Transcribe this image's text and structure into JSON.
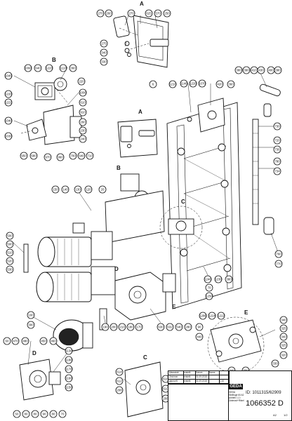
{
  "view_labels": [
    "A",
    "B",
    "A",
    "B",
    "C",
    "D",
    "E",
    "E",
    "D",
    "C"
  ],
  "callouts": [
    "270",
    "260",
    "270",
    "625",
    "570",
    "250",
    "275",
    "340",
    "330",
    "1060",
    "640",
    "1223",
    "1110",
    "360",
    "1045",
    "220",
    "1220",
    "1221",
    "1000",
    "610",
    "910",
    "260",
    "230",
    "240",
    "1040",
    "1030",
    "950",
    "680",
    "970",
    "960",
    "700",
    "640",
    "710",
    "6",
    "1210",
    "1140",
    "1220",
    "1070",
    "420",
    "360",
    "400",
    "380",
    "390",
    "410",
    "430",
    "380",
    "150",
    "140",
    "130",
    "120",
    "20",
    "730",
    "720",
    "736",
    "780",
    "734",
    "500",
    "500",
    "510",
    "520",
    "530",
    "420",
    "760",
    "770",
    "1240",
    "1230",
    "380",
    "70",
    "1250",
    "160",
    "300",
    "190",
    "200",
    "210",
    "180",
    "170",
    "630",
    "632",
    "540",
    "280",
    "1286",
    "1224",
    "1222",
    "90",
    "440",
    "340",
    "325",
    "340",
    "325",
    "300",
    "320",
    "330",
    "340",
    "310",
    "60",
    "470",
    "480",
    "450",
    "460",
    "1130",
    "1180",
    "1170",
    "1160",
    "1150",
    "50",
    "80",
    "80",
    "90",
    "80",
    "70",
    "614",
    "612",
    "208",
    "616",
    "610",
    "208"
  ],
  "title_block": {
    "col1": [
      "Massstab",
      "Zeichner",
      "geprueft"
    ],
    "col2": [
      "erstellt",
      "erstellt",
      "erstellt"
    ],
    "col3": [
      "Datum",
      "01.09.2015",
      "01.09.2015"
    ],
    "col4": [
      "Name",
      "",
      ""
    ],
    "col5": [
      "",
      "",
      "1:10"
    ],
    "brand": "GEDA",
    "description": [
      "GEDA",
      "Stellfuge 60 A2",
      "Antrieb 1.1 / Zahnrad+Ritzel"
    ],
    "id_label": "ID:",
    "id_value": "1011315/62909",
    "drawing_number": "1066352 D",
    "format": "A2",
    "revision": "1/2"
  }
}
